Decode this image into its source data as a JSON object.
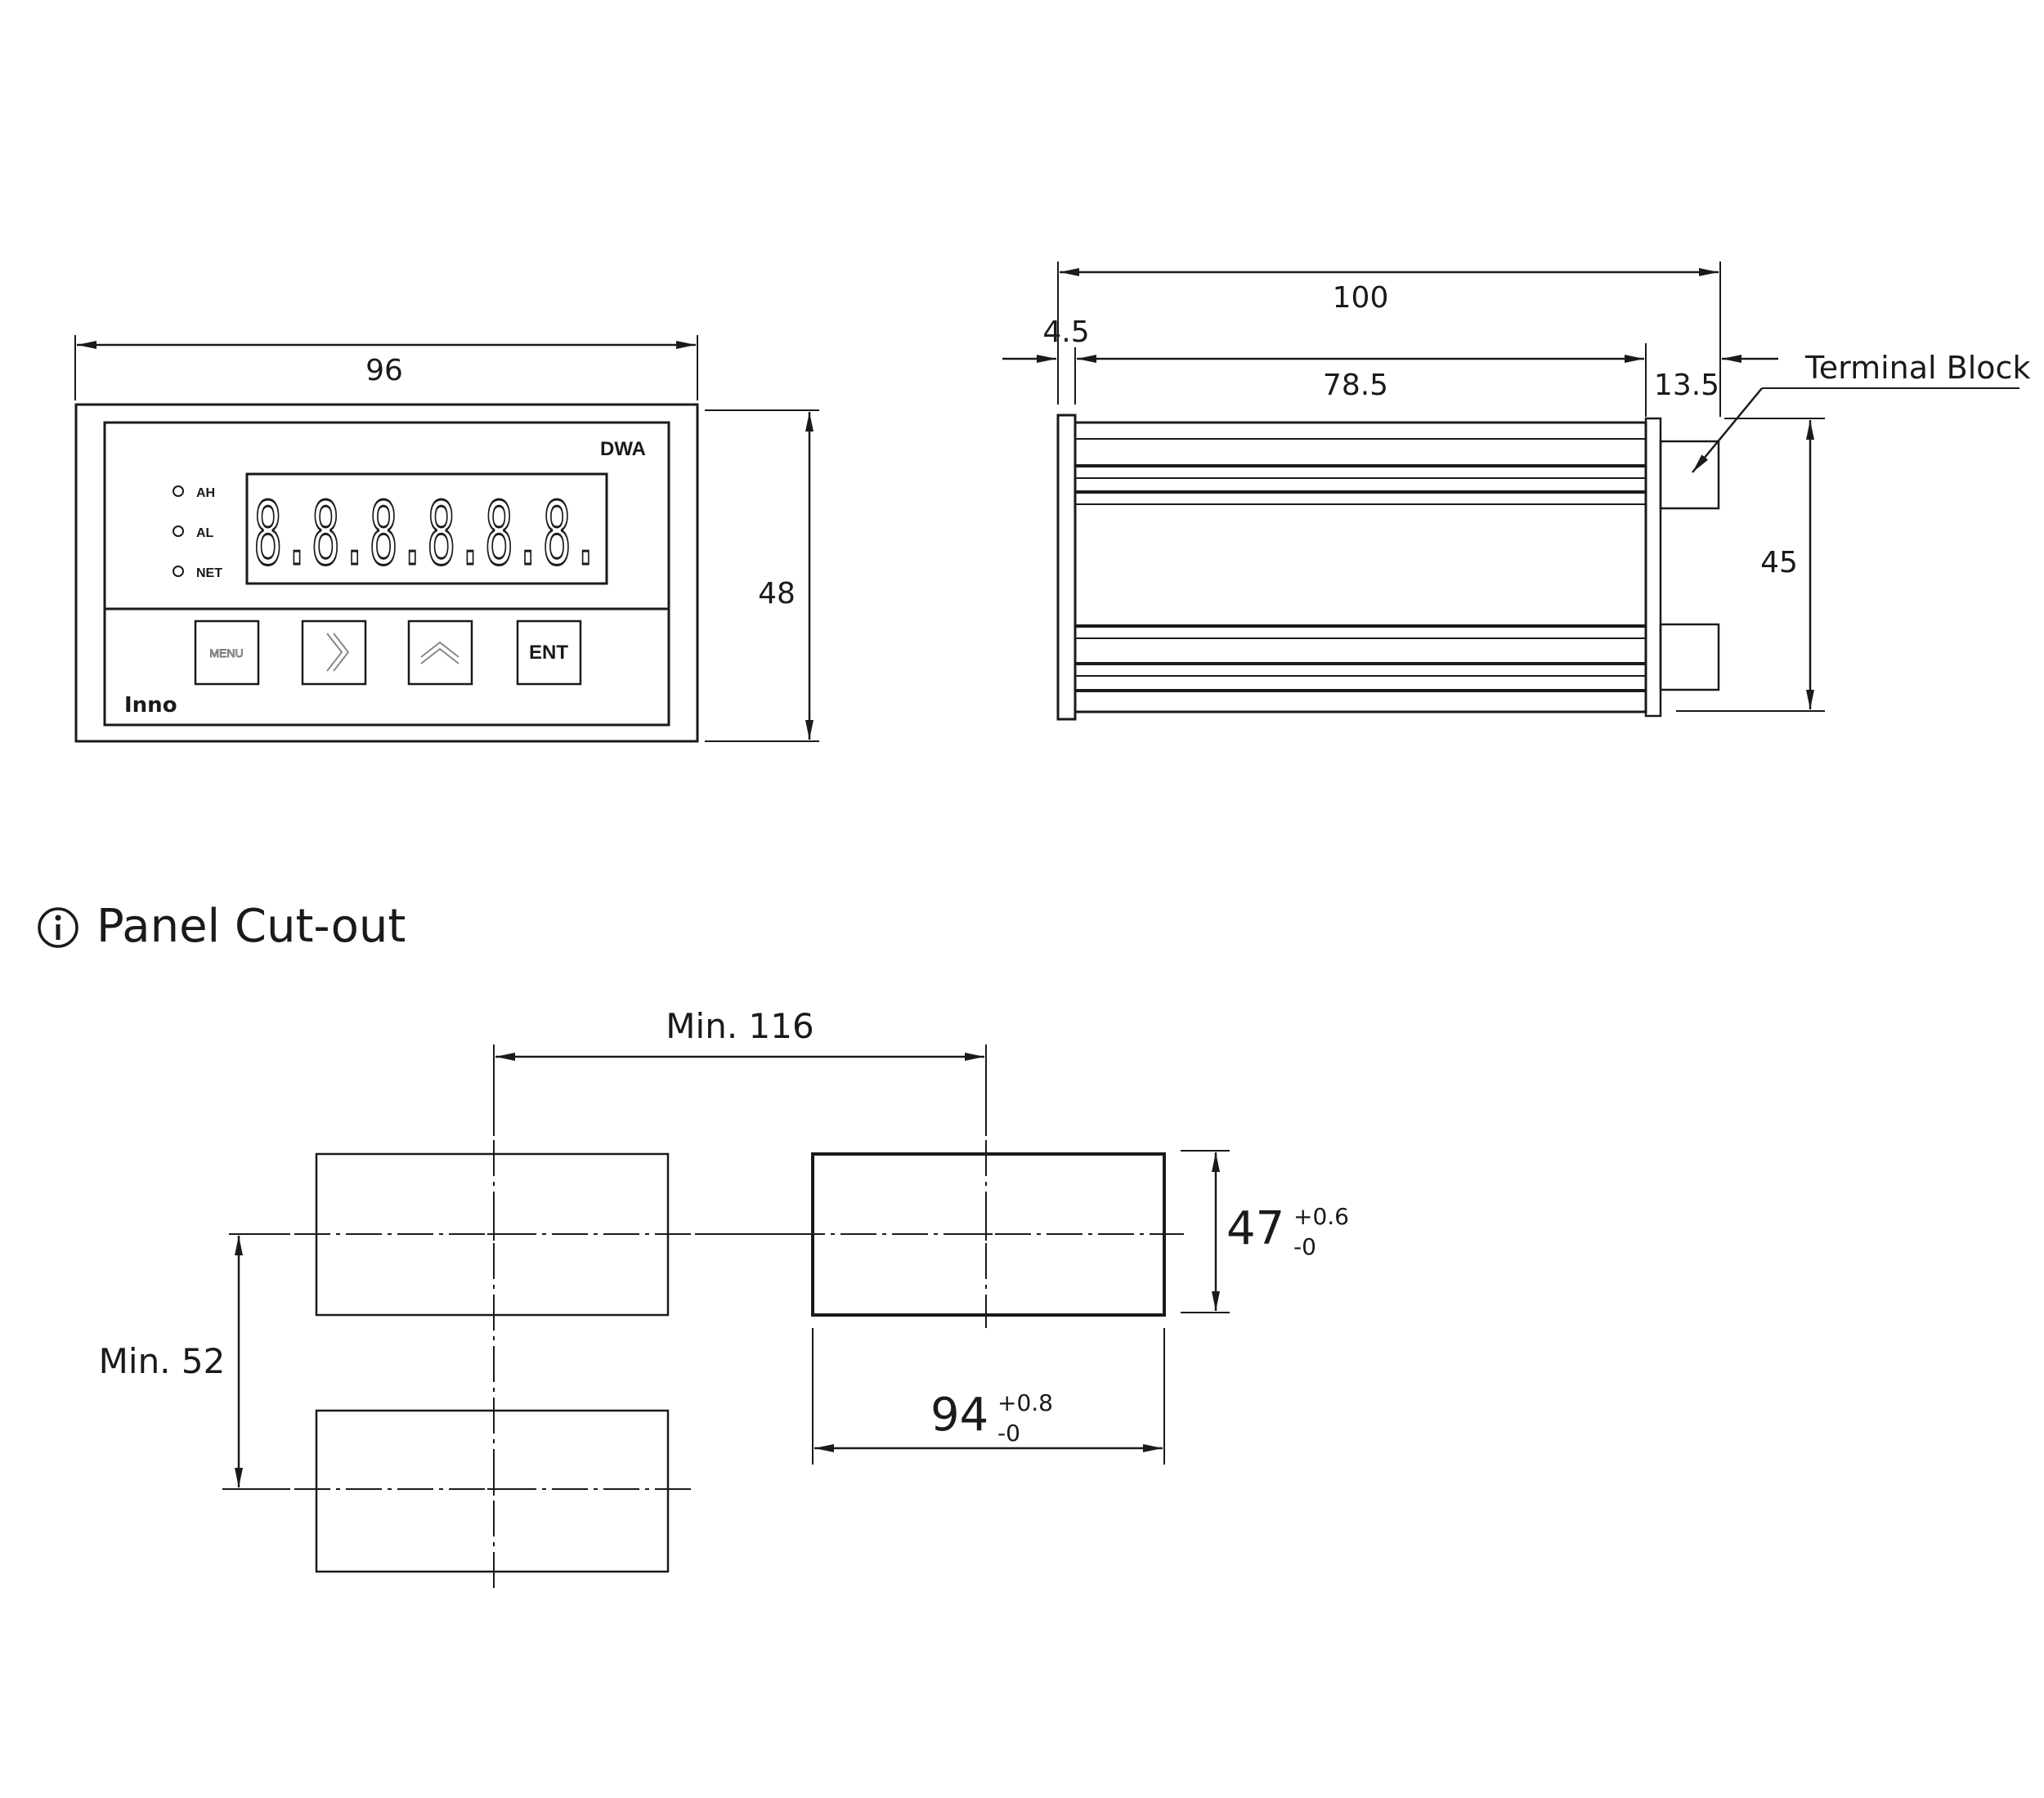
{
  "front_view": {
    "width_dim": "96",
    "height_dim": "48",
    "model": "DWA",
    "display": "8.8.8.8.8.8.",
    "leds": [
      "AH",
      "AL",
      "NET"
    ],
    "buttons": [
      "MENU",
      "",
      "",
      "ENT"
    ],
    "brand": "Inno"
  },
  "side_view": {
    "overall_dim": "100",
    "bezel_dim": "4.5",
    "body_dim": "78.5",
    "terminal_dim": "13.5",
    "height_dim": "45",
    "terminal_label": "Terminal Block"
  },
  "cutout": {
    "title": "Panel Cut-out",
    "min_h": "Min. 116",
    "min_v": "Min. 52",
    "height_nom": "47",
    "height_tol_plus": "+0.6",
    "height_tol_minus": "-0",
    "width_nom": "94",
    "width_tol_plus": "+0.8",
    "width_tol_minus": "-0"
  }
}
